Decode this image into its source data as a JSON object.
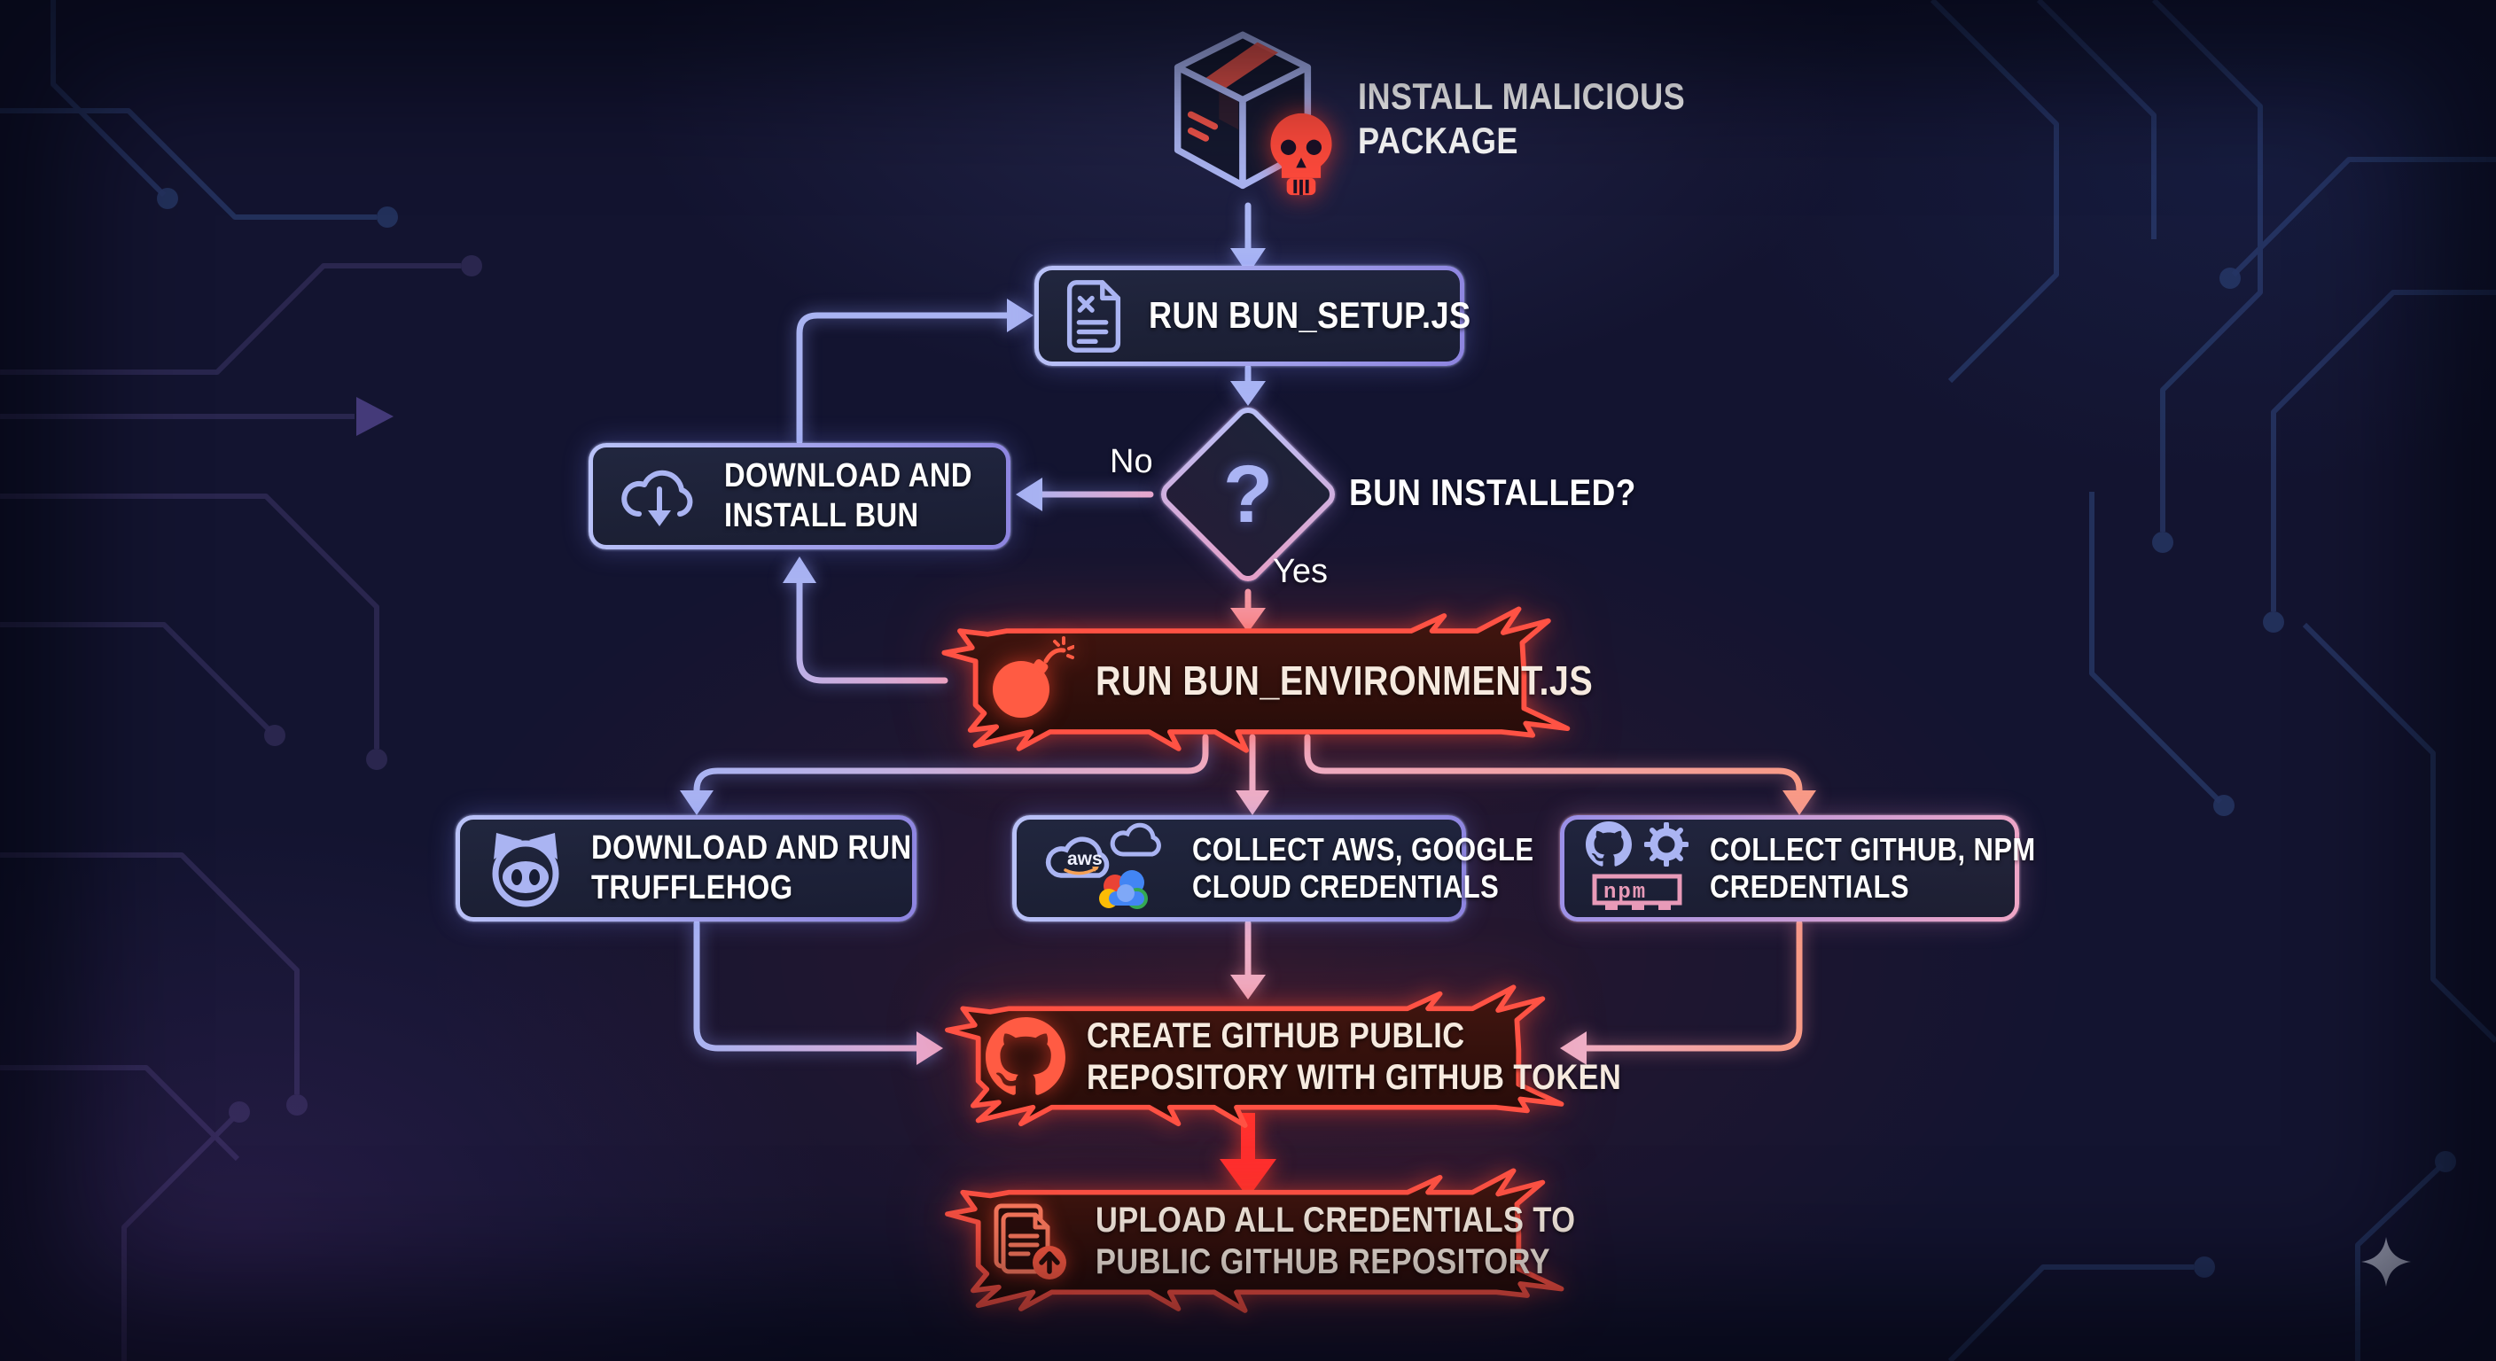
{
  "colors": {
    "bg": "#131430",
    "accent_blue": "#a9b3f2",
    "accent_purple": "#8d84e0",
    "accent_pink": "#e8a8cc",
    "accent_salmon": "#f89a86",
    "accent_red": "#ff5244",
    "bright_red": "#ff2f2f",
    "text_white": "#ffffff",
    "text_cream": "#f6eadf",
    "box_fill": "#1b2036",
    "trace_blue": "#25335f",
    "trace_purple": "#2b2750",
    "watermark_gray": "#b9bdd1"
  },
  "start": {
    "title_line1": "INSTALL MALICIOUS",
    "title_line2": "PACKAGE"
  },
  "nodes": {
    "run_setup": {
      "label": "RUN BUN_SETUP.JS"
    },
    "decision": {
      "question_mark": "?",
      "label": "BUN INSTALLED?"
    },
    "download_bun": {
      "line1": "DOWNLOAD AND",
      "line2": "INSTALL BUN"
    },
    "run_environment": {
      "label": "RUN BUN_ENVIRONMENT.JS"
    },
    "trufflehog": {
      "line1": "DOWNLOAD AND RUN",
      "line2": "TRUFFLEHOG"
    },
    "cloud_creds": {
      "line1": "COLLECT AWS, GOOGLE",
      "line2": "CLOUD CREDENTIALS",
      "aws_label": "aws"
    },
    "github_npm_creds": {
      "line1": "COLLECT GITHUB, NPM",
      "line2": "CREDENTIALS",
      "npm_label": "npm"
    },
    "create_repo": {
      "line1": "CREATE GITHUB PUBLIC",
      "line2": "REPOSITORY WITH GITHUB TOKEN"
    },
    "upload_creds": {
      "line1": "UPLOAD ALL CREDENTIALS TO",
      "line2": "PUBLIC GITHUB REPOSITORY"
    }
  },
  "edges": {
    "no_label": "No",
    "yes_label": "Yes"
  }
}
